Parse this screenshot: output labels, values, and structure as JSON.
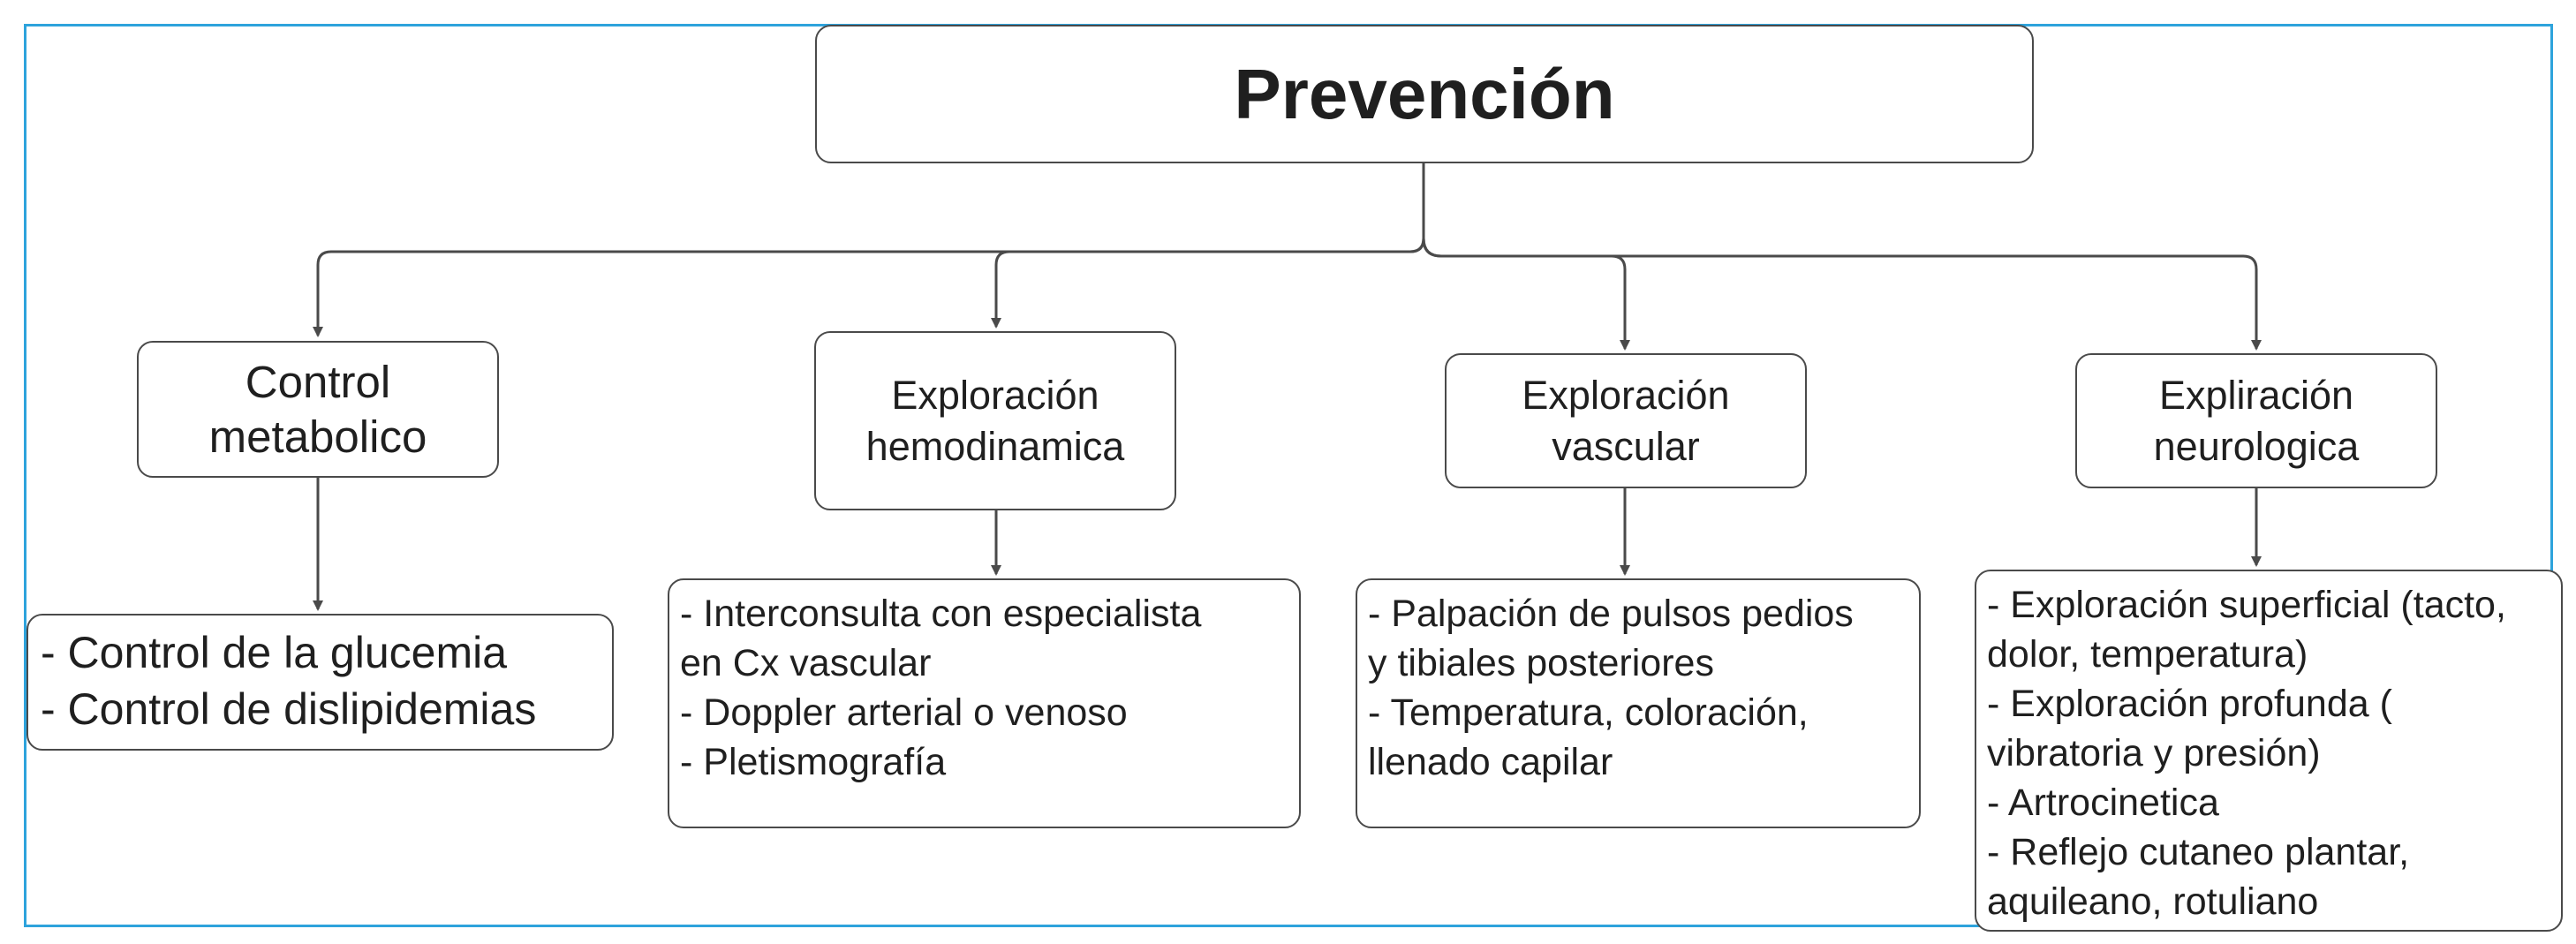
{
  "colors": {
    "frame": "#2ea3dc",
    "stroke": "#4a4a4a"
  },
  "root": {
    "label": "Prevención"
  },
  "branches": [
    {
      "label": "Control\nmetabolico",
      "items": [
        "- Control de la glucemia",
        "- Control de dislipidemias"
      ]
    },
    {
      "label": "Exploración\nhemodinamica",
      "items": [
        "- Interconsulta con especialista",
        "en Cx vascular",
        "- Doppler arterial o venoso",
        "- Pletismografía"
      ]
    },
    {
      "label": "Exploración\nvascular",
      "items": [
        "- Palpación de pulsos pedios",
        "y tibiales posteriores",
        "- Temperatura, coloración,",
        "llenado capilar"
      ]
    },
    {
      "label": "Expliración\nneurologica",
      "items": [
        "- Exploración superficial (tacto,",
        "dolor, temperatura)",
        "- Exploración profunda (",
        "vibratoria y presión)",
        "- Artrocinetica",
        "- Reflejo cutaneo plantar,",
        "aquileano, rotuliano"
      ]
    }
  ]
}
